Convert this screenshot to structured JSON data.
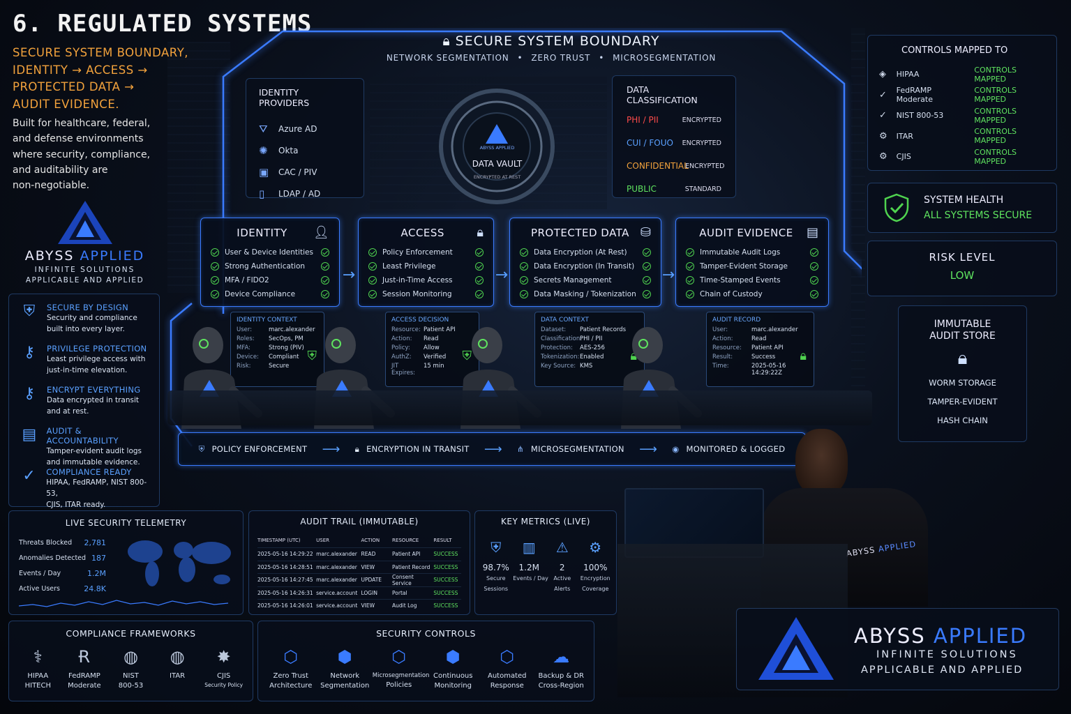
{
  "header": {
    "title": "6. REGULATED SYSTEMS",
    "tagline": [
      "SECURE SYSTEM BOUNDARY,",
      "IDENTITY → ACCESS →",
      "PROTECTED DATA →",
      "AUDIT EVIDENCE."
    ],
    "description": [
      "Built for healthcare, federal,",
      "and defense environments",
      "where security, compliance,",
      "and auditability are",
      "non-negotiable."
    ]
  },
  "brand": {
    "name_a": "ABYSS",
    "name_b": "APPLIED",
    "sub1": "INFINITE SOLUTIONS",
    "sub2": "APPLICABLE AND APPLIED",
    "vault_brand": "ABYSS APPLIED"
  },
  "features": [
    {
      "title": "SECURE BY DESIGN",
      "text": [
        "Security and compliance",
        "built into every layer."
      ],
      "icon": "shield-icon"
    },
    {
      "title": "PRIVILEGE PROTECTION",
      "text": [
        "Least privilege access with",
        "just-in-time elevation."
      ],
      "icon": "key-icon"
    },
    {
      "title": "ENCRYPT EVERYTHING",
      "text": [
        "Data encrypted in transit",
        "and at rest."
      ],
      "icon": "key-icon"
    },
    {
      "title": "AUDIT & ACCOUNTABILITY",
      "text": [
        "Tamper-evident audit logs",
        "and immutable evidence."
      ],
      "icon": "document-icon"
    },
    {
      "title": "COMPLIANCE READY",
      "text": [
        "HIPAA, FedRAMP, NIST 800-53,",
        "CJIS, ITAR ready."
      ],
      "icon": "check-icon"
    }
  ],
  "boundary": {
    "title": "SECURE SYSTEM BOUNDARY",
    "subtitle": [
      "NETWORK SEGMENTATION",
      "•",
      "ZERO TRUST",
      "•",
      "MICROSEGMENTATION"
    ]
  },
  "identity_providers": {
    "title": "IDENTITY PROVIDERS",
    "items": [
      "Azure AD",
      "Okta",
      "CAC / PIV",
      "LDAP / AD"
    ]
  },
  "vault": {
    "label": "DATA VAULT",
    "sub": "ENCRYPTED AT REST"
  },
  "data_classification": {
    "title": "DATA CLASSIFICATION",
    "rows": [
      {
        "name": "PHI / PII",
        "state": "ENCRYPTED",
        "color": "#ff4b4b"
      },
      {
        "name": "CUI / FOUO",
        "state": "ENCRYPTED",
        "color": "#5aa0ff"
      },
      {
        "name": "CONFIDENTIAL",
        "state": "ENCRYPTED",
        "color": "#f2a23c"
      },
      {
        "name": "PUBLIC",
        "state": "STANDARD",
        "color": "#5fe35f"
      }
    ]
  },
  "stages": [
    {
      "title": "IDENTITY",
      "icon": "user-icon",
      "items": [
        "User & Device Identities",
        "Strong Authentication",
        "MFA / FIDO2",
        "Device Compliance"
      ]
    },
    {
      "title": "ACCESS",
      "icon": "lock-icon",
      "items": [
        "Policy Enforcement",
        "Least Privilege",
        "Just-in-Time Access",
        "Session Monitoring"
      ]
    },
    {
      "title": "PROTECTED DATA",
      "icon": "database-icon",
      "items": [
        "Data Encryption (At Rest)",
        "Data Encryption (In Transit)",
        "Secrets Management",
        "Data Masking / Tokenization"
      ]
    },
    {
      "title": "AUDIT EVIDENCE",
      "icon": "document-icon",
      "items": [
        "Immutable Audit Logs",
        "Tamper-Evident Storage",
        "Time-Stamped Events",
        "Chain of Custody"
      ]
    }
  ],
  "contexts": [
    {
      "title": "IDENTITY CONTEXT",
      "rows": [
        [
          "User:",
          "marc.alexander"
        ],
        [
          "Roles:",
          "SecOps, PM"
        ],
        [
          "MFA:",
          "Strong (PIV)"
        ],
        [
          "Device:",
          "Compliant"
        ],
        [
          "Risk:",
          "Secure"
        ]
      ]
    },
    {
      "title": "ACCESS DECISION",
      "rows": [
        [
          "Resource:",
          "Patient API"
        ],
        [
          "Action:",
          "Read"
        ],
        [
          "Policy:",
          "Allow"
        ],
        [
          "AuthZ:",
          "Verified"
        ],
        [
          "JIT Expires:",
          "15 min"
        ]
      ]
    },
    {
      "title": "DATA CONTEXT",
      "rows": [
        [
          "Dataset:",
          "Patient Records"
        ],
        [
          "Classification:",
          "PHI / PII"
        ],
        [
          "Protection:",
          "AES-256"
        ],
        [
          "Tokenization:",
          "Enabled"
        ],
        [
          "Key Source:",
          "KMS"
        ]
      ]
    },
    {
      "title": "AUDIT RECORD",
      "rows": [
        [
          "User:",
          "marc.alexander"
        ],
        [
          "Action:",
          "Read"
        ],
        [
          "Resource:",
          "Patient API"
        ],
        [
          "Result:",
          "Success"
        ],
        [
          "Time:",
          "2025-05-16 14:29:22Z"
        ]
      ]
    }
  ],
  "pipeline": [
    "POLICY ENFORCEMENT",
    "ENCRYPTION IN TRANSIT",
    "MICROSEGMENTATION",
    "MONITORED & LOGGED"
  ],
  "controls": {
    "title": "CONTROLS MAPPED TO",
    "rows": [
      {
        "name": "HIPAA",
        "state": "CONTROLS MAPPED"
      },
      {
        "name": "FedRAMP Moderate",
        "state": "CONTROLS MAPPED"
      },
      {
        "name": "NIST 800-53",
        "state": "CONTROLS MAPPED"
      },
      {
        "name": "ITAR",
        "state": "CONTROLS MAPPED"
      },
      {
        "name": "CJIS",
        "state": "CONTROLS MAPPED"
      }
    ]
  },
  "health": {
    "title": "SYSTEM HEALTH",
    "status": "ALL SYSTEMS SECURE"
  },
  "risk": {
    "title": "RISK LEVEL",
    "value": "LOW"
  },
  "audit_store": {
    "title": [
      "IMMUTABLE",
      "AUDIT STORE"
    ],
    "items": [
      "WORM STORAGE",
      "TAMPER-EVIDENT",
      "HASH CHAIN"
    ]
  },
  "telemetry": {
    "title": "LIVE SECURITY TELEMETRY",
    "rows": [
      [
        "Threats Blocked",
        "2,781"
      ],
      [
        "Anomalies Detected",
        "187"
      ],
      [
        "Events / Day",
        "1.2M"
      ],
      [
        "Active Users",
        "24.8K"
      ]
    ]
  },
  "audit_trail": {
    "title": "AUDIT TRAIL (IMMUTABLE)",
    "headers": [
      "TIMESTAMP (UTC)",
      "USER",
      "ACTION",
      "RESOURCE",
      "RESULT"
    ],
    "rows": [
      [
        "2025-05-16 14:29:22",
        "marc.alexander",
        "READ",
        "Patient API",
        "SUCCESS"
      ],
      [
        "2025-05-16 14:28:51",
        "marc.alexander",
        "VIEW",
        "Patient Record",
        "SUCCESS"
      ],
      [
        "2025-05-16 14:27:45",
        "marc.alexander",
        "UPDATE",
        "Consent Service",
        "SUCCESS"
      ],
      [
        "2025-05-16 14:26:31",
        "service.account",
        "LOGIN",
        "Portal",
        "SUCCESS"
      ],
      [
        "2025-05-16 14:26:01",
        "service.account",
        "VIEW",
        "Audit Log",
        "SUCCESS"
      ]
    ]
  },
  "metrics": {
    "title": "KEY METRICS (LIVE)",
    "items": [
      {
        "value": "98.7%",
        "label": [
          "Secure",
          "Sessions"
        ],
        "icon": "shield-icon"
      },
      {
        "value": "1.2M",
        "label": [
          "Events / Day"
        ],
        "icon": "bar-chart-icon"
      },
      {
        "value": "2",
        "label": [
          "Active",
          "Alerts"
        ],
        "icon": "alert-icon"
      },
      {
        "value": "100%",
        "label": [
          "Encryption",
          "Coverage"
        ],
        "icon": "gear-icon"
      }
    ]
  },
  "frameworks": {
    "title": "COMPLIANCE FRAMEWORKS",
    "items": [
      {
        "l1": "HIPAA",
        "l2": "HITECH",
        "icon": "caduceus-icon"
      },
      {
        "l1": "FedRAMP",
        "l2": "Moderate",
        "icon": "fedramp-icon"
      },
      {
        "l1": "NIST",
        "l2": "800-53",
        "icon": "globe-icon"
      },
      {
        "l1": "ITAR",
        "l2": "",
        "icon": "globe-icon"
      },
      {
        "l1": "CJIS",
        "l2": "Security Policy",
        "icon": "web-icon"
      }
    ]
  },
  "security_controls": {
    "title": "SECURITY CONTROLS",
    "items": [
      {
        "l1": "Zero Trust",
        "l2": "Architecture"
      },
      {
        "l1": "Network",
        "l2": "Segmentation"
      },
      {
        "l1": "Microsegmentation",
        "l2": "Policies"
      },
      {
        "l1": "Continuous",
        "l2": "Monitoring"
      },
      {
        "l1": "Automated",
        "l2": "Response"
      },
      {
        "l1": "Backup & DR",
        "l2": "Cross-Region"
      }
    ]
  }
}
